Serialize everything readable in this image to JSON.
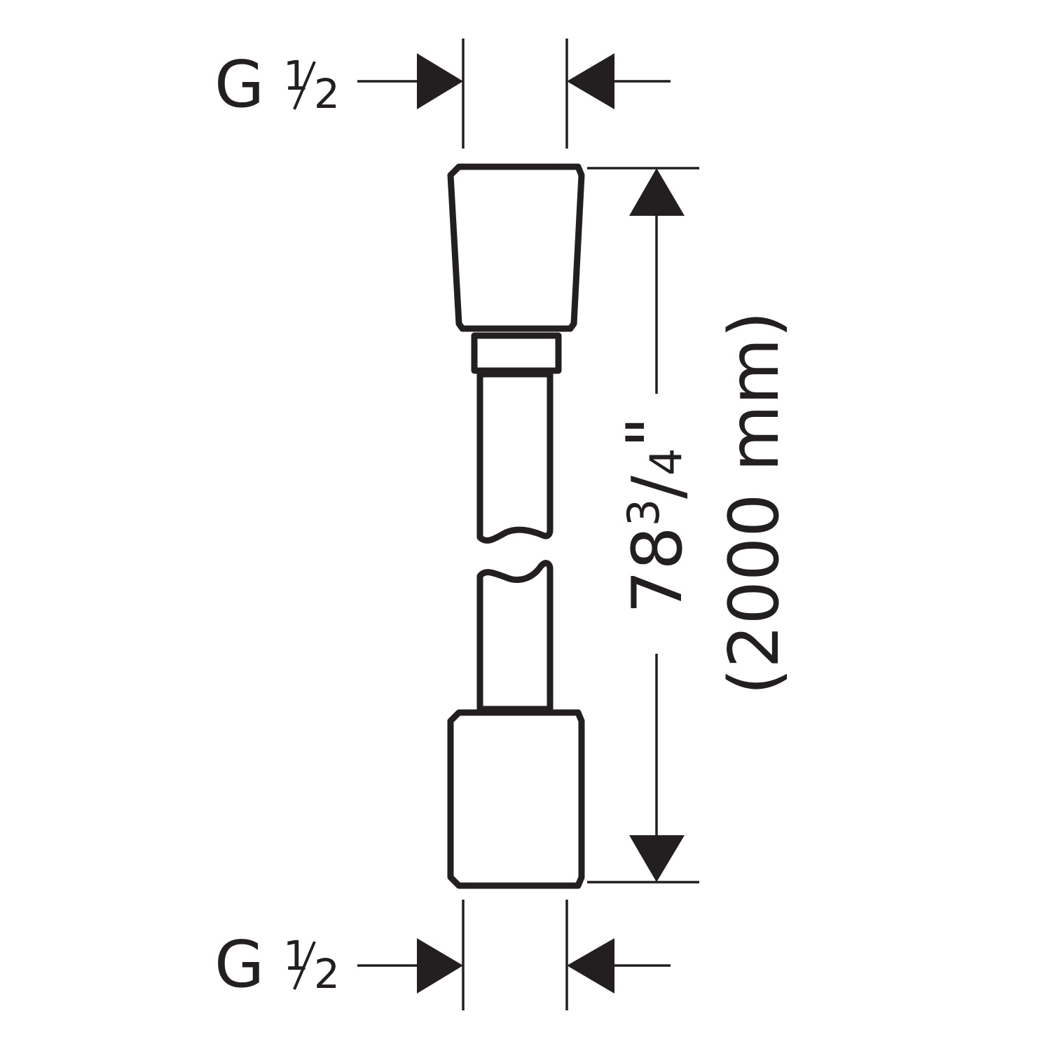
{
  "thread_labels": {
    "top": {
      "letter": "G",
      "numerator": "1",
      "denominator": "2"
    },
    "bottom": {
      "letter": "G",
      "numerator": "1",
      "denominator": "2"
    }
  },
  "length_dimension": {
    "imperial_whole": "78",
    "imperial_numerator": "3",
    "imperial_denominator": "4",
    "imperial_unit": "\"",
    "metric": "(2000 mm)"
  }
}
